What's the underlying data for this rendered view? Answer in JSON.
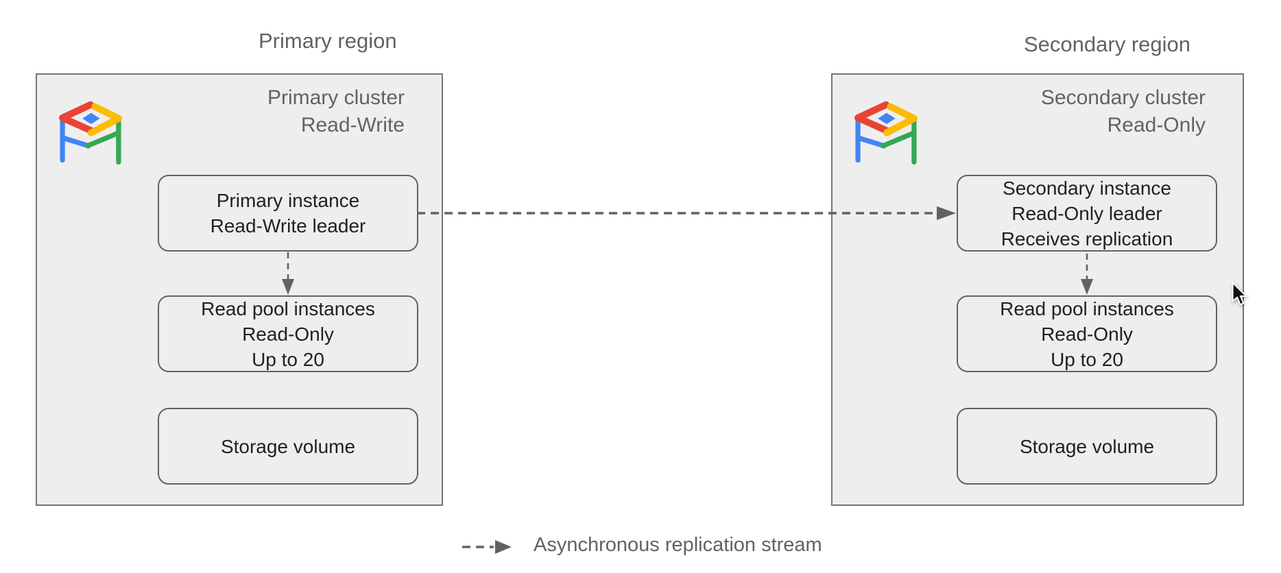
{
  "primary": {
    "region_label": "Primary region",
    "cluster_title": [
      "Primary cluster",
      "Read-Write"
    ],
    "instance_box": [
      "Primary instance",
      "Read-Write leader"
    ],
    "read_pool_box": [
      "Read pool instances",
      "Read-Only",
      "Up to 20"
    ],
    "storage_box": [
      "Storage volume"
    ]
  },
  "secondary": {
    "region_label": "Secondary region",
    "cluster_title": [
      "Secondary cluster",
      "Read-Only"
    ],
    "instance_box": [
      "Secondary instance",
      "Read-Only leader",
      "Receives replication"
    ],
    "read_pool_box": [
      "Read pool instances",
      "Read-Only",
      "Up to 20"
    ],
    "storage_box": [
      "Storage volume"
    ]
  },
  "legend": {
    "label": "Asynchronous replication stream"
  },
  "icons": {
    "alloydb": "AlloyDB cluster icon",
    "dashed_arrow": "asynchronous replication arrow",
    "cursor": "mouse pointer"
  },
  "colors": {
    "page_background": "#ffffff",
    "container_fill": "#eeeeee",
    "container_border": "#757575",
    "node_border": "#5f6368",
    "muted_text": "#5f6368",
    "node_text": "#202124",
    "arrow": "#5f6368",
    "logo_red": "#ea4335",
    "logo_yellow": "#fbbc04",
    "logo_green": "#34a853",
    "logo_blue": "#4285f4"
  }
}
